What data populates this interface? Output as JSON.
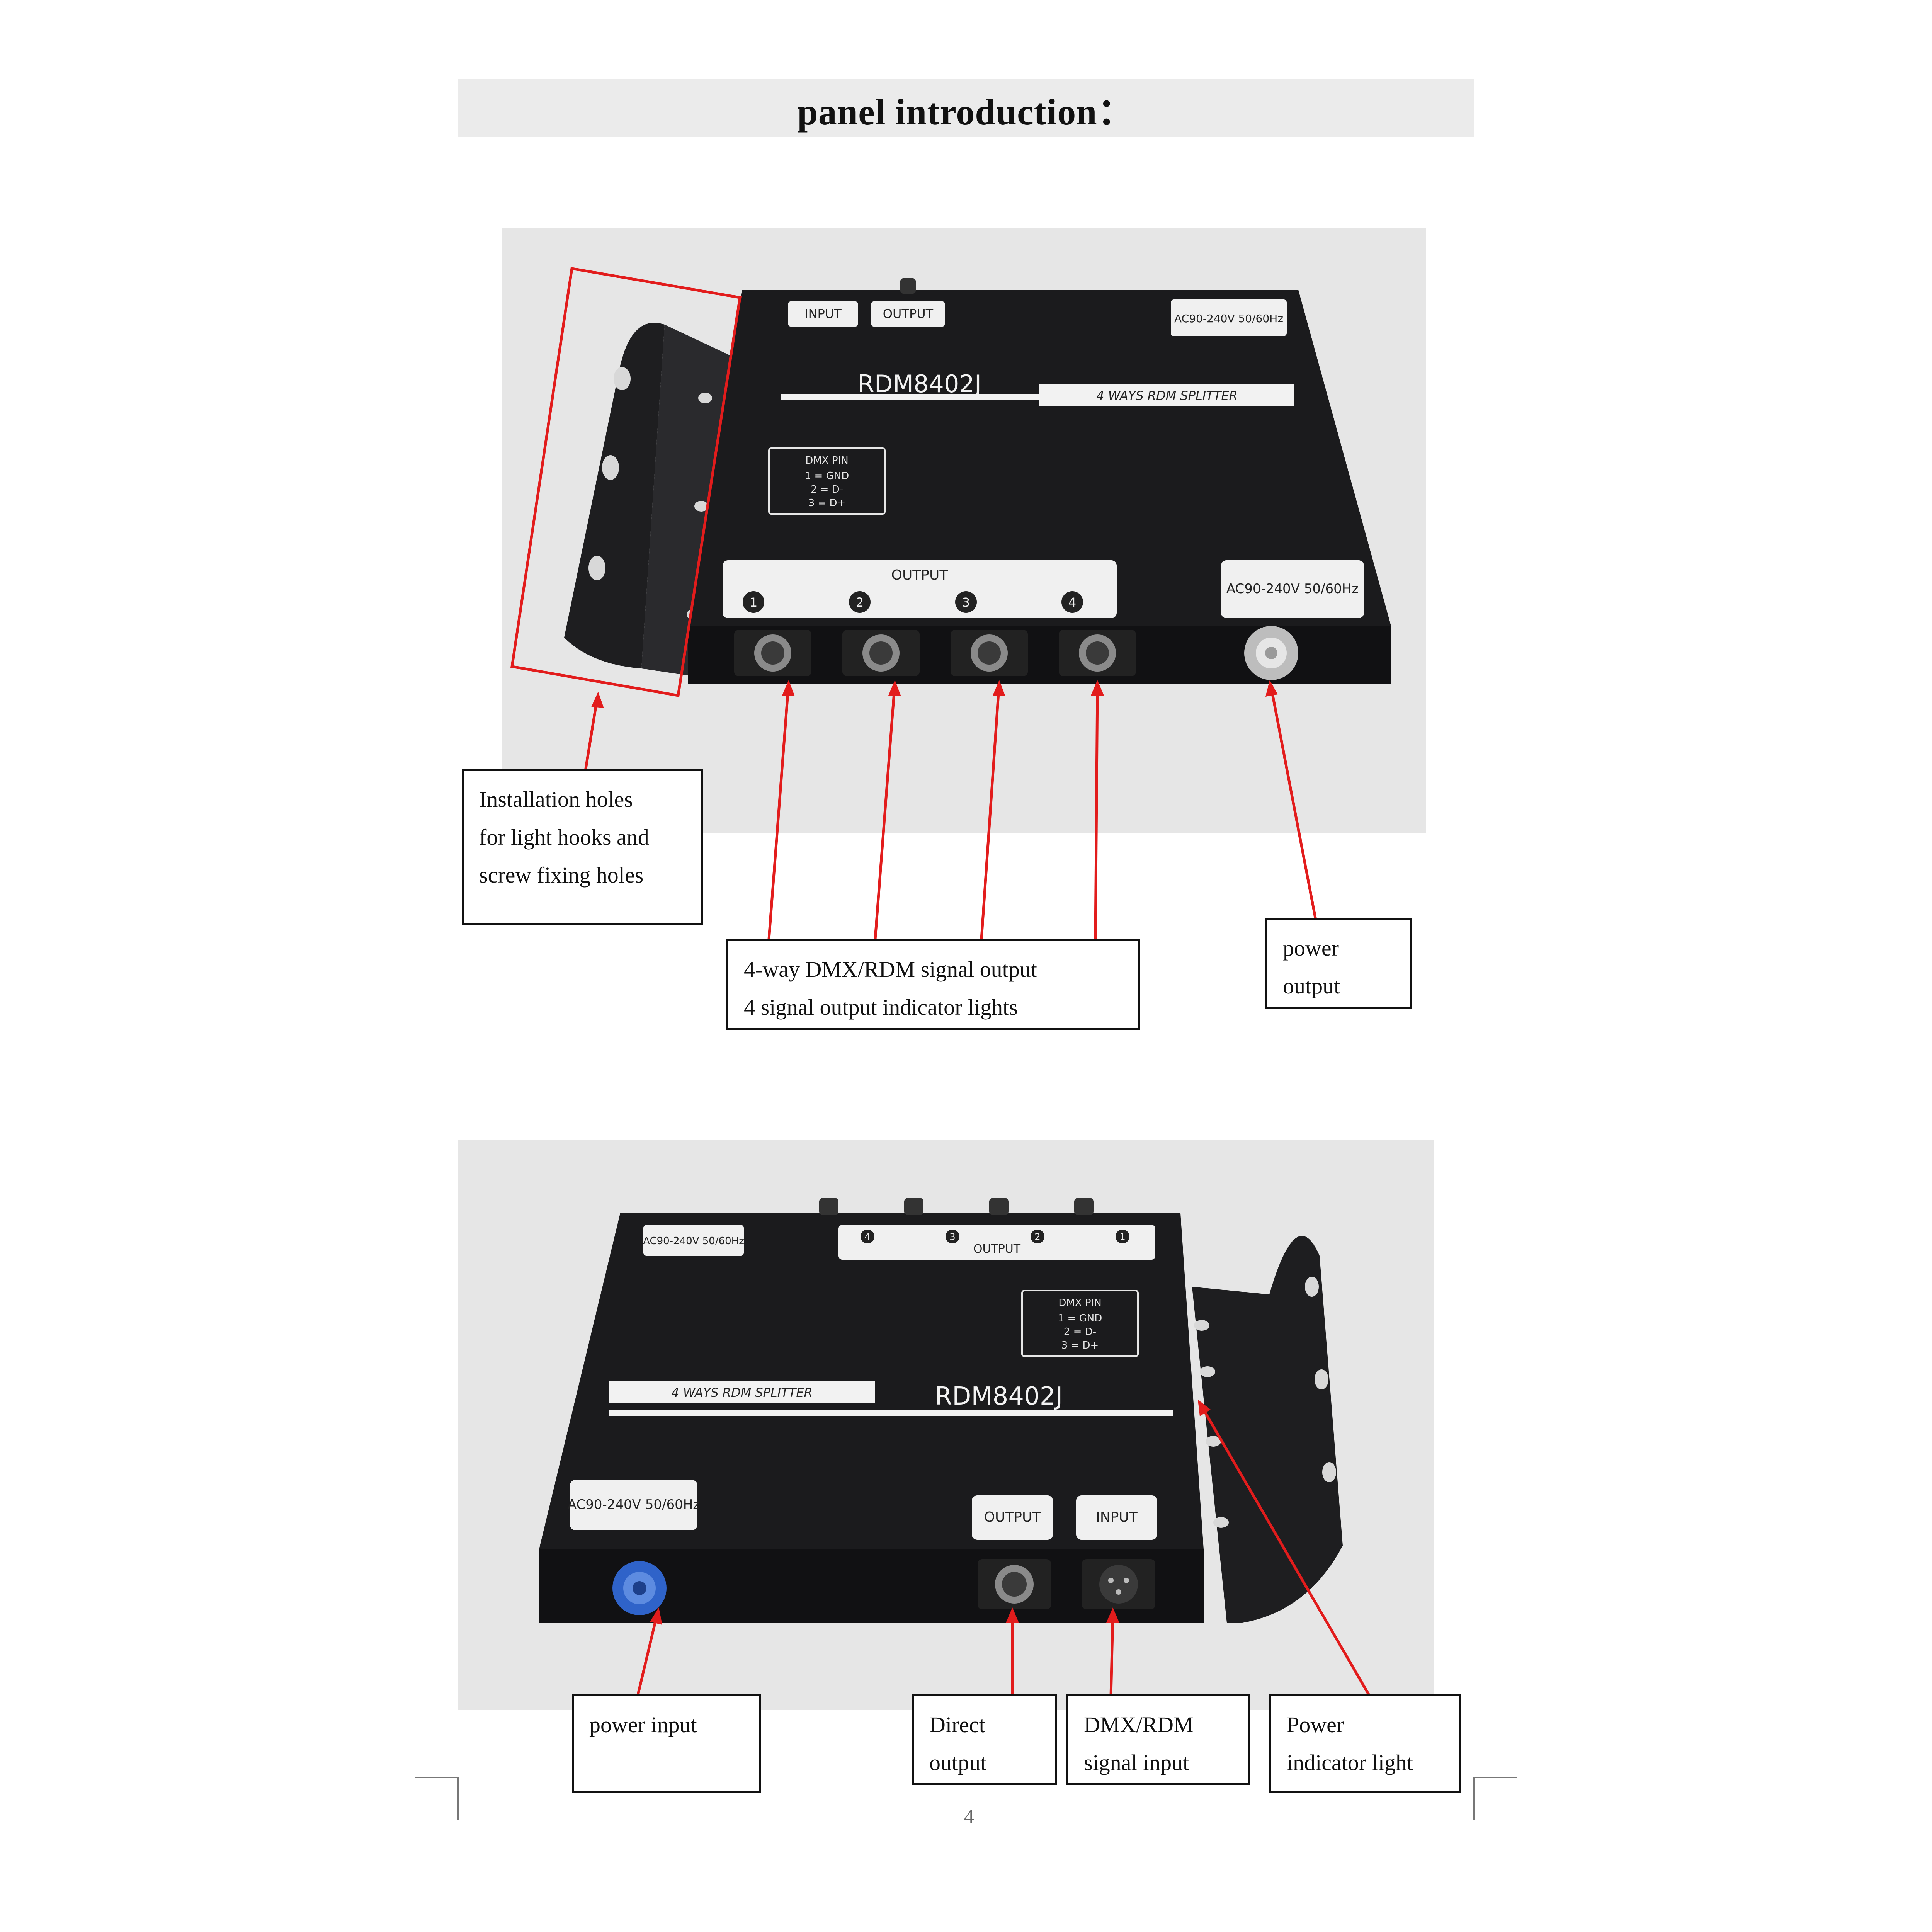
{
  "page": {
    "title": "panel introduction：",
    "number": "4"
  },
  "colors": {
    "photo_background": "#e6e6e6",
    "device_body": "#1b1b1d",
    "annotation_red": "#e21c1c",
    "connector_blue": "#2f63c9"
  },
  "top_photo": {
    "device_model": "RDM8402J",
    "device_subtitle": "4 WAYS RDM SPLITTER",
    "output_group_label": "OUTPUT",
    "output_numbers": [
      "1",
      "2",
      "3",
      "4"
    ],
    "rear_input_label": "INPUT",
    "rear_output_label": "OUTPUT",
    "voltage_label": "AC90-240V 50/60Hz",
    "dmx_pin_label": {
      "title": "DMX PIN",
      "lines": [
        "1 = GND",
        "2 = D-",
        "3 = D+"
      ]
    }
  },
  "bottom_photo": {
    "device_model": "RDM8402J",
    "device_subtitle": "4 WAYS RDM SPLITTER",
    "output_group_label": "OUTPUT",
    "output_numbers": [
      "4",
      "3",
      "2",
      "1"
    ],
    "voltage_label": "AC90-240V 50/60Hz",
    "front_output_label": "OUTPUT",
    "front_input_label": "INPUT",
    "dmx_pin_label": {
      "title": "DMX PIN",
      "lines": [
        "1 = GND",
        "2 = D-",
        "3 = D+"
      ]
    }
  },
  "callouts": {
    "installation_holes": "Installation holes\nfor light hooks and\nscrew fixing holes",
    "dmx_output": "4-way DMX/RDM signal output\n4 signal output indicator lights",
    "power_output": "power\noutput",
    "power_input": "power input",
    "direct_output": "Direct\noutput",
    "dmx_input": "DMX/RDM\nsignal input",
    "power_indicator": "Power\nindicator light"
  }
}
